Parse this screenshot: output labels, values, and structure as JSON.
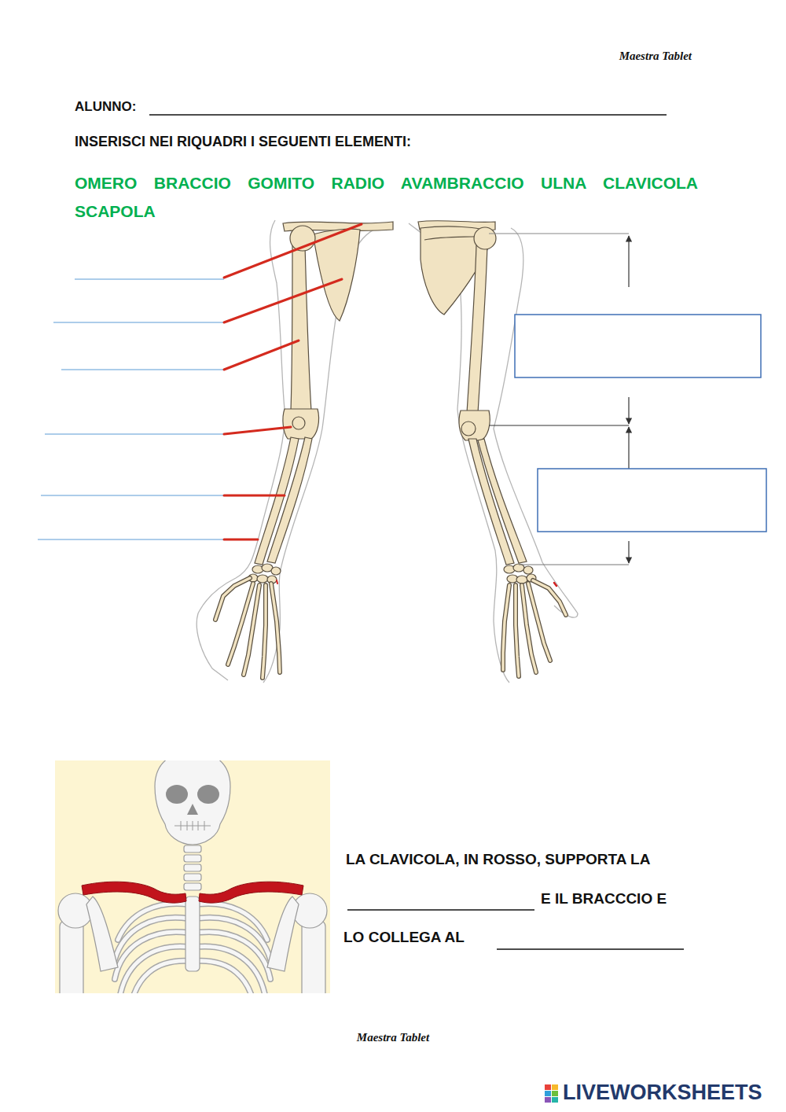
{
  "diagram": {
    "title": "INSERISCI NEI RIQUADRI I SEGUENTI ELEMENTI:",
    "labels": [
      "Maestra Tablet",
      "ALUNNO:",
      "OMERO BRACCIO GOMITO RADIO AVAMBRACCIO ULNA CLAVICOLA SCAPOLA",
      "LA CLAVICOLA, IN ROSSO, SUPPORTA LA",
      "E IL BRACCCIO E",
      "LO COLLEGA AL",
      "Maestra Tablet",
      "LIVEWORKSHEETS"
    ]
  }
}
